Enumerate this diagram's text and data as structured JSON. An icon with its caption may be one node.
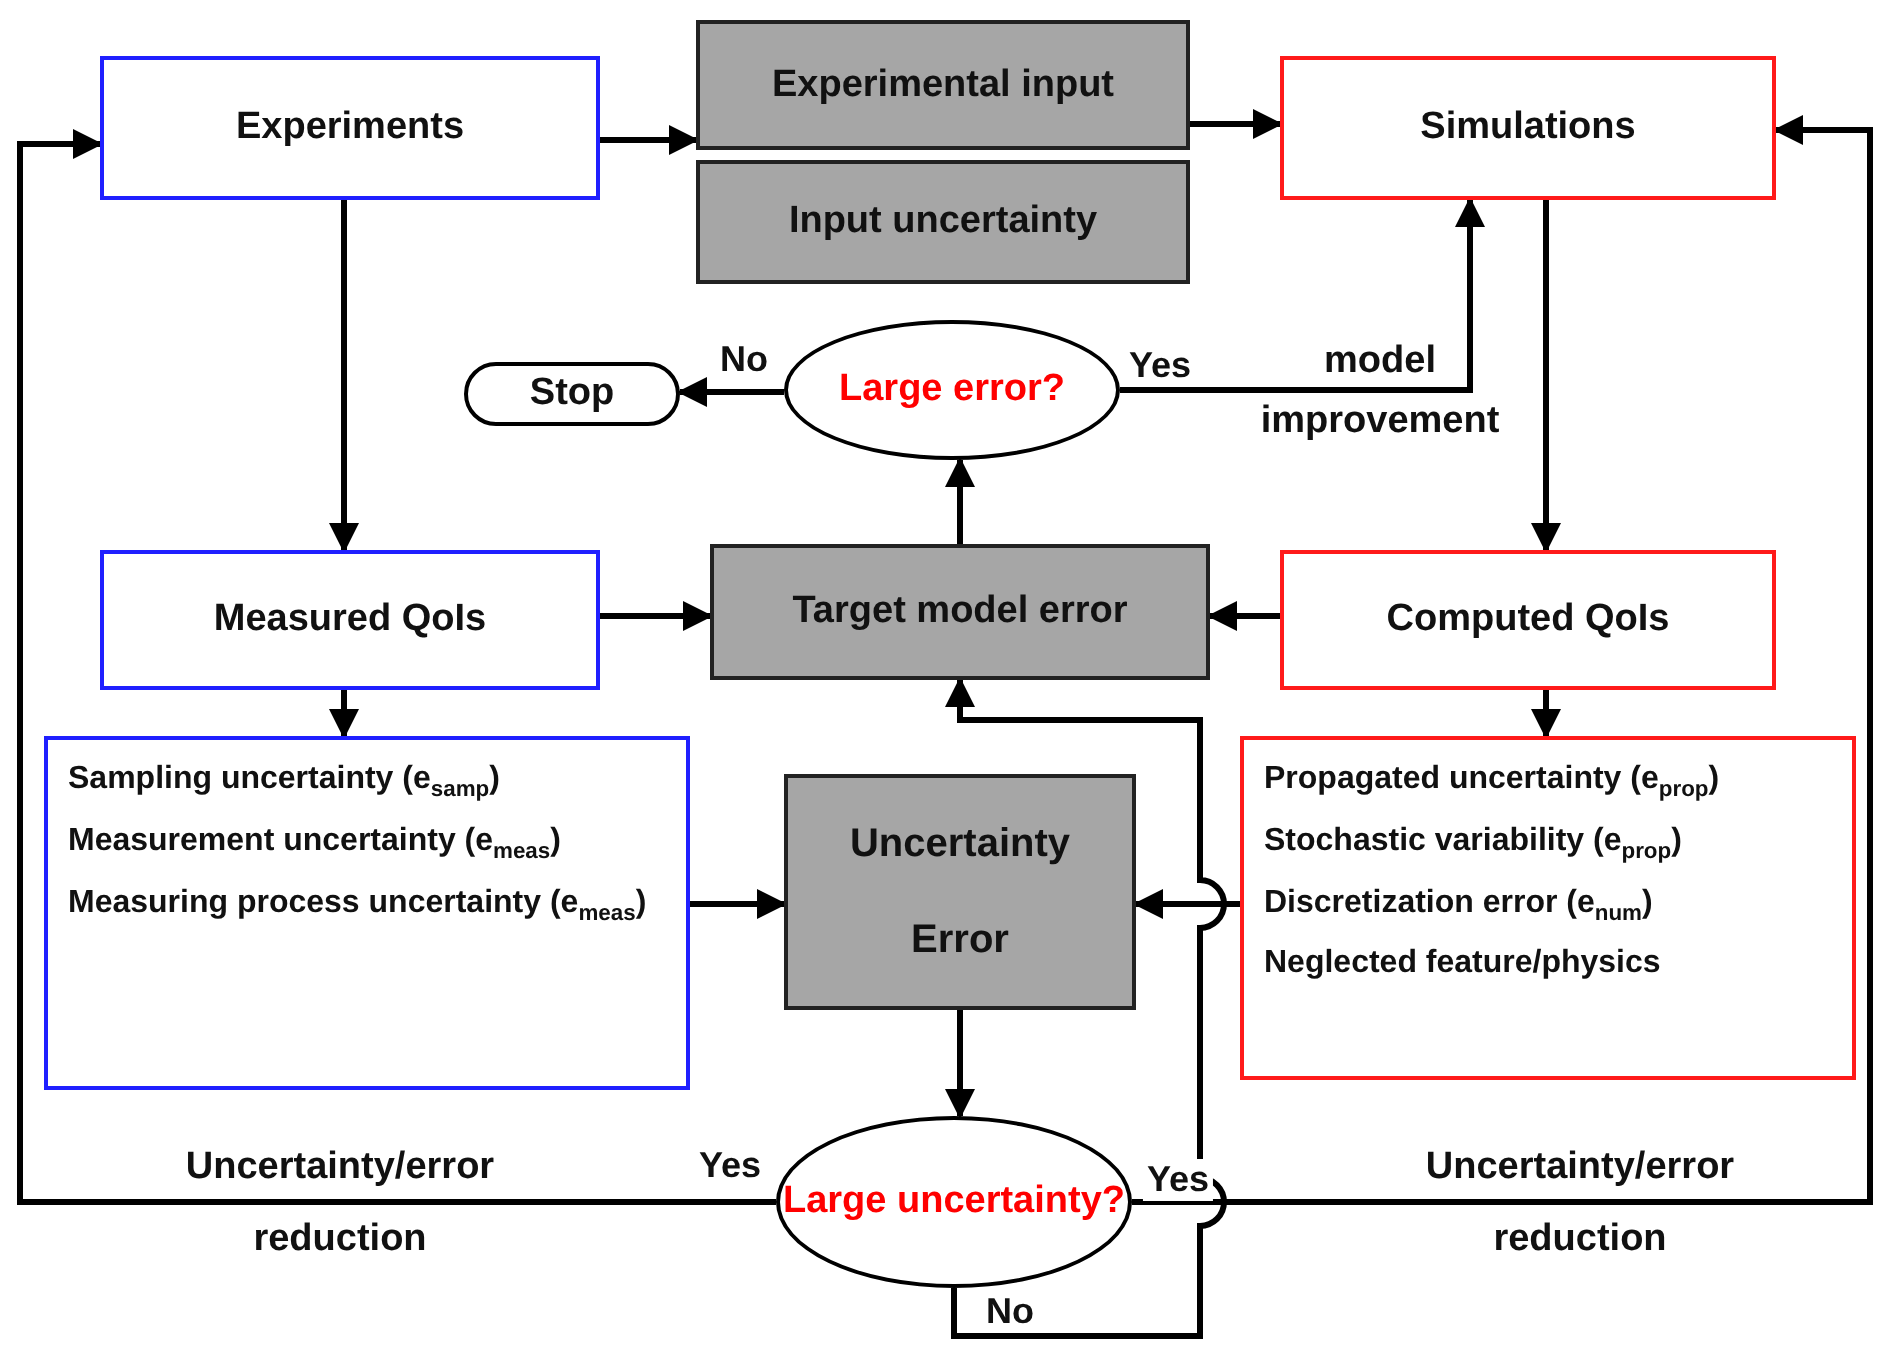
{
  "diagram": {
    "nodes": [
      {
        "text": [
          "Experiments"
        ]
      },
      {
        "text": [
          "Experimental input"
        ]
      },
      {
        "text": [
          "Input uncertainty"
        ]
      },
      {
        "text": [
          "Simulations"
        ]
      },
      {
        "text": [
          "Stop"
        ]
      },
      {
        "text": [
          "Large error?"
        ]
      },
      {
        "text": [
          "Measured QoIs"
        ]
      },
      {
        "text": [
          "Target model error"
        ]
      },
      {
        "text": [
          "Computed QoIs"
        ]
      },
      {
        "text": [
          "Sampling uncertainty (e$_{samp}$)",
          "Measurement uncertainty (e$_{meas}$)",
          "Measuring process uncertainty (e$_{meas}$)"
        ]
      },
      {
        "text": [
          "Uncertainty Error"
        ]
      },
      {
        "text": [
          "Propagated uncertainty (e$_{prop}$)",
          "Stochastic variability (e$_{prop}$)",
          "Discretization error (e$_{num}$)",
          "Neglected feature/physics"
        ]
      },
      {
        "text": [
          "Large uncertainty?"
        ]
      }
    ],
    "edges": [
      {
        "from": 0,
        "to": 1,
        "arrow": "to"
      },
      {
        "from": 1,
        "to": 3,
        "arrow": "to"
      },
      {
        "from": 0,
        "to": 6,
        "arrow": "to"
      },
      {
        "from": 3,
        "to": 8,
        "arrow": "to"
      },
      {
        "from": 6,
        "to": 7,
        "arrow": "to"
      },
      {
        "from": 8,
        "to": 7,
        "arrow": "to"
      },
      {
        "from": 7,
        "to": 5,
        "arrow": "to"
      },
      {
        "from": 5,
        "to": 4,
        "arrow": "to",
        "label": "No"
      },
      {
        "from": 5,
        "to": 3,
        "arrow": "to",
        "label": "Yes"
      },
      {
        "from": 9,
        "to": 10,
        "arrow": "to"
      },
      {
        "from": 11,
        "to": 10,
        "arrow": "to"
      },
      {
        "from": 10,
        "to": 12,
        "arrow": "to"
      },
      {
        "from": 12,
        "to": 0,
        "arrow": "to",
        "label": "Yes"
      },
      {
        "from": 12,
        "to": 3,
        "arrow": "to",
        "label": "Yes"
      },
      {
        "from": 12,
        "to": 7,
        "arrow": "to",
        "label": "No"
      },
      {
        "from": 6,
        "to": 9,
        "arrow": "to"
      },
      {
        "from": 8,
        "to": 11,
        "arrow": "to"
      }
    ],
    "labels": [
      "model improvement",
      "Uncertainty/error reduction",
      "Uncertainty/error reduction"
    ]
  }
}
